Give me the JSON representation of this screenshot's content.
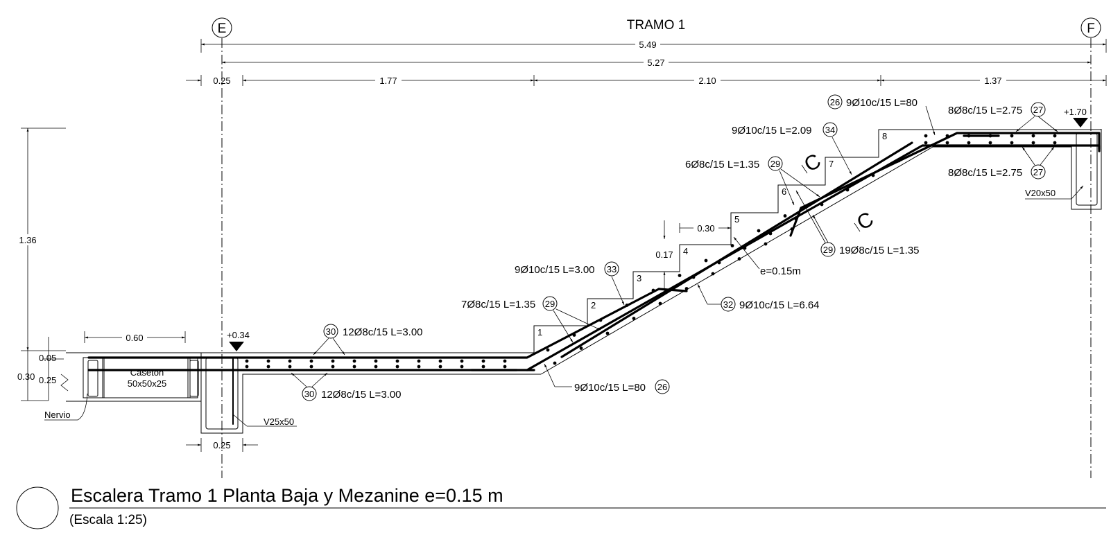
{
  "title": "Escalera Tramo 1 Planta Baja y Mezanine e=0.15 m",
  "scale": "(Escala 1:25)",
  "tramo": "TRAMO 1",
  "axes": [
    "E",
    "F"
  ],
  "dimensions": {
    "total_outer": "5.49",
    "total_inner": "5.27",
    "seg_025_top": "0.25",
    "seg_177": "1.77",
    "seg_210": "2.10",
    "seg_137": "1.37",
    "height_136": "1.36",
    "dim_060": "0.60",
    "dim_005": "0.05",
    "dim_030": "0.30",
    "dim_025_side": "0.25",
    "seg_025_bottom": "0.25",
    "tread": "0.30",
    "riser": "0.17"
  },
  "levels": {
    "low": "+0.34",
    "high": "+1.70"
  },
  "steps": [
    "1",
    "2",
    "3",
    "4",
    "5",
    "6",
    "7",
    "8"
  ],
  "rebar": {
    "r26_top": {
      "mark": "26",
      "text": "9Ø10c/15 L=80"
    },
    "r34": {
      "mark": "34",
      "text": "9Ø10c/15 L=2.09"
    },
    "r29_upper": {
      "mark": "29",
      "text": "6Ø8c/15 L=1.35"
    },
    "r27_top": {
      "mark": "27",
      "text": "8Ø8c/15 L=2.75"
    },
    "r27_bottom": {
      "mark": "27",
      "text": "8Ø8c/15 L=2.75"
    },
    "r29_right": {
      "mark": "29",
      "text": "19Ø8c/15 L=1.35"
    },
    "r33": {
      "mark": "33",
      "text": "9Ø10c/15 L=3.00"
    },
    "r29_lower": {
      "mark": "29",
      "text": "7Ø8c/15 L=1.35"
    },
    "r32": {
      "mark": "32",
      "text": "9Ø10c/15 L=6.64"
    },
    "r30_top": {
      "mark": "30",
      "text": "12Ø8c/15 L=3.00"
    },
    "r30_bottom": {
      "mark": "30",
      "text": "12Ø8c/15 L=3.00"
    },
    "r26_bottom": {
      "mark": "26",
      "text": "9Ø10c/15 L=80"
    }
  },
  "labels": {
    "thickness": "e=0.15m",
    "caseton": "Casetón",
    "caseton_size": "50x50x25",
    "nervio": "Nervio",
    "beam_left": "V25x50",
    "beam_right": "V20x50",
    "section_mark": "C"
  }
}
